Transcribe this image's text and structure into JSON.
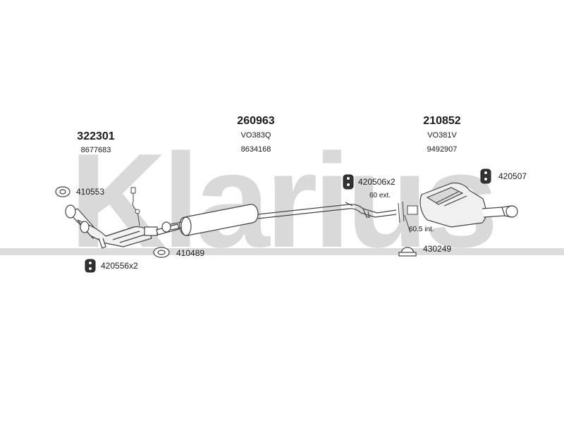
{
  "brand": {
    "logo_text": "Klarius",
    "watermark_color": "#d9d9d9",
    "line_color": "#444444"
  },
  "parts": {
    "catalyst": {
      "code": "322301",
      "ref1": "",
      "ref2": "8677683"
    },
    "middle_box": {
      "code": "260963",
      "ref1": "VO383Q",
      "ref2": "8634168"
    },
    "rear_box": {
      "code": "210852",
      "ref1": "VO381V",
      "ref2": "9492907"
    }
  },
  "accessories": {
    "gasket_410553": "410553",
    "gasket_410489": "410489",
    "mount_420556": "420556x2",
    "mount_420506": "420506x2",
    "mount_420507": "420507",
    "clamp_430249": "430249"
  },
  "notes": {
    "ext_diameter": "60 ext.",
    "int_diameter": "60.5 int."
  }
}
